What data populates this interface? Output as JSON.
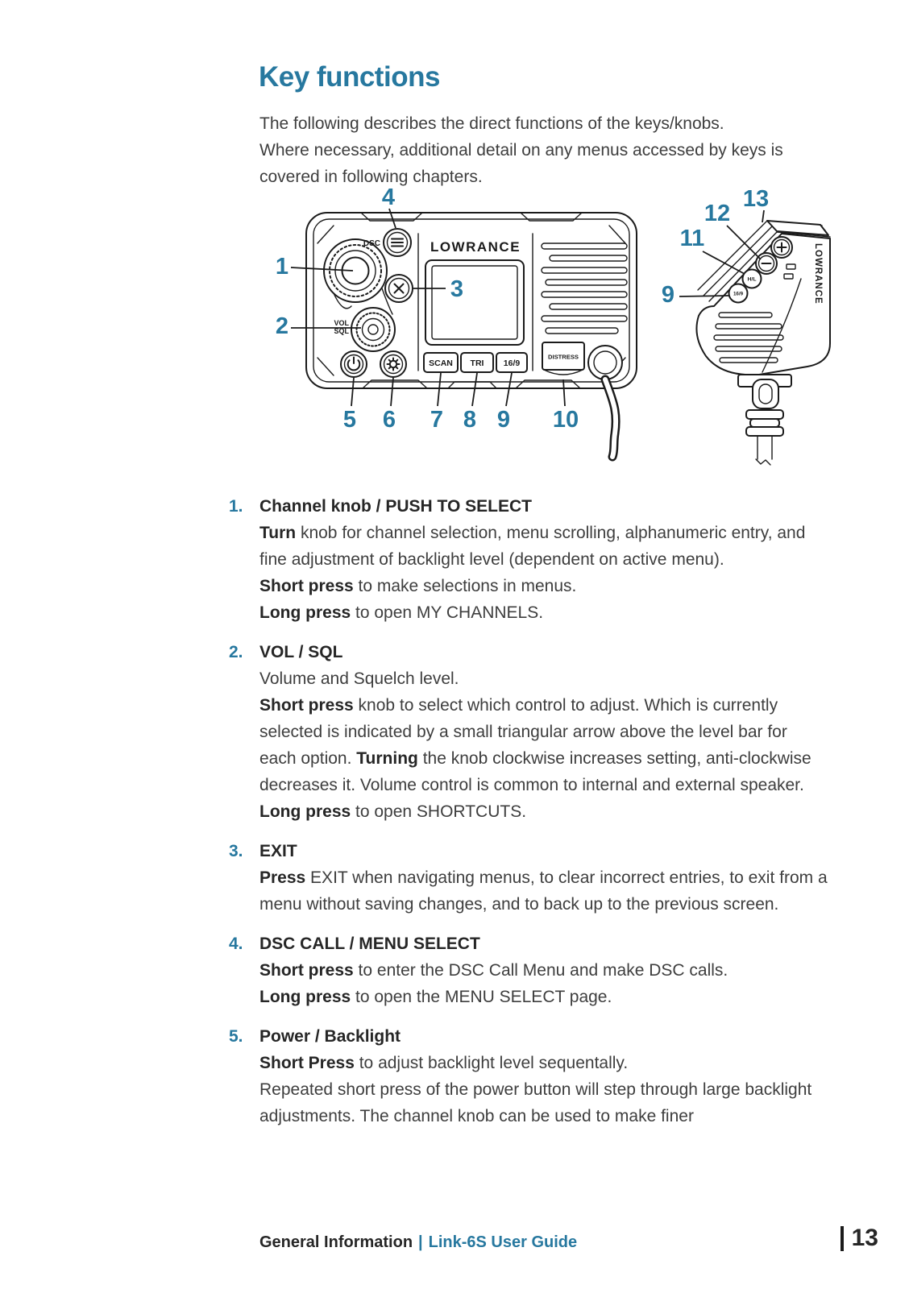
{
  "colors": {
    "accent": "#27789f",
    "body_text": "#3e3e3e",
    "heading_text": "#262626",
    "line_art": "#1b1b1b"
  },
  "page": {
    "title": "Key functions",
    "intro_lines": [
      "The following describes the direct functions of the keys/knobs.",
      "Where necessary, additional detail on any menus accessed by keys is",
      "covered in following chapters."
    ]
  },
  "diagram": {
    "radio": {
      "brand": "LOWRANCE",
      "labels": {
        "dsc": "DSC",
        "vol": "VOL",
        "sql": "SQL",
        "scan": "SCAN",
        "tri": "TRI",
        "sixteen_nine": "16/9",
        "distress": "DISTRESS"
      },
      "icons": {
        "dsc_button": "menu-lines-icon",
        "exit_button": "x-icon",
        "power_button": "power-icon",
        "backlight_button": "backlight-sun-icon"
      },
      "callouts": [
        "1",
        "2",
        "3",
        "4",
        "5",
        "6",
        "7",
        "8",
        "9",
        "10"
      ]
    },
    "mic": {
      "brand": "LOWRANCE",
      "labels": {
        "plus": "+",
        "minus": "−",
        "hl": "H/L",
        "sixteen_nine": "16/9"
      },
      "callouts": [
        "9",
        "11",
        "12",
        "13"
      ]
    }
  },
  "items": [
    {
      "num": "1.",
      "heading": "Channel knob / PUSH TO SELECT",
      "paras": [
        [
          {
            "b": 1,
            "t": "Turn"
          },
          {
            "b": 0,
            "t": " knob for channel selection, menu scrolling, alphanumeric entry, and fine adjustment of backlight level (dependent on active menu)."
          }
        ],
        [
          {
            "b": 1,
            "t": "Short press"
          },
          {
            "b": 0,
            "t": " to make selections in menus."
          }
        ],
        [
          {
            "b": 1,
            "t": "Long press"
          },
          {
            "b": 0,
            "t": " to open MY CHANNELS."
          }
        ]
      ]
    },
    {
      "num": "2.",
      "heading": "VOL / SQL",
      "paras": [
        [
          {
            "b": 0,
            "t": "Volume and Squelch level."
          }
        ],
        [
          {
            "b": 1,
            "t": "Short press"
          },
          {
            "b": 0,
            "t": " knob to select which control to adjust. Which is currently selected is indicated by a small triangular arrow above the level bar for each option. "
          },
          {
            "b": 1,
            "t": "Turning"
          },
          {
            "b": 0,
            "t": " the knob clockwise increases setting, anti-clockwise decreases it. Volume control is common to internal and external speaker."
          }
        ],
        [
          {
            "b": 1,
            "t": "Long press"
          },
          {
            "b": 0,
            "t": " to open SHORTCUTS."
          }
        ]
      ]
    },
    {
      "num": "3.",
      "heading": "EXIT",
      "paras": [
        [
          {
            "b": 1,
            "t": "Press"
          },
          {
            "b": 0,
            "t": " EXIT when navigating menus, to clear incorrect entries, to exit from a menu without saving changes, and to back up to the previous screen."
          }
        ]
      ]
    },
    {
      "num": "4.",
      "heading": "DSC CALL / MENU SELECT",
      "paras": [
        [
          {
            "b": 1,
            "t": "Short press"
          },
          {
            "b": 0,
            "t": " to enter the DSC Call Menu and make DSC calls."
          }
        ],
        [
          {
            "b": 1,
            "t": "Long press"
          },
          {
            "b": 0,
            "t": " to open the MENU SELECT page."
          }
        ]
      ]
    },
    {
      "num": "5.",
      "heading": "Power / Backlight",
      "paras": [
        [
          {
            "b": 1,
            "t": "Short Press"
          },
          {
            "b": 0,
            "t": " to adjust backlight level sequentally."
          }
        ],
        [
          {
            "b": 0,
            "t": "Repeated short press of the power button will step through large backlight adjustments. The channel knob can be used to make finer"
          }
        ]
      ]
    }
  ],
  "footer": {
    "section": "General Information",
    "separator": "|",
    "guide": "Link-6S User Guide",
    "page_bar": "|",
    "page_number": "13"
  }
}
